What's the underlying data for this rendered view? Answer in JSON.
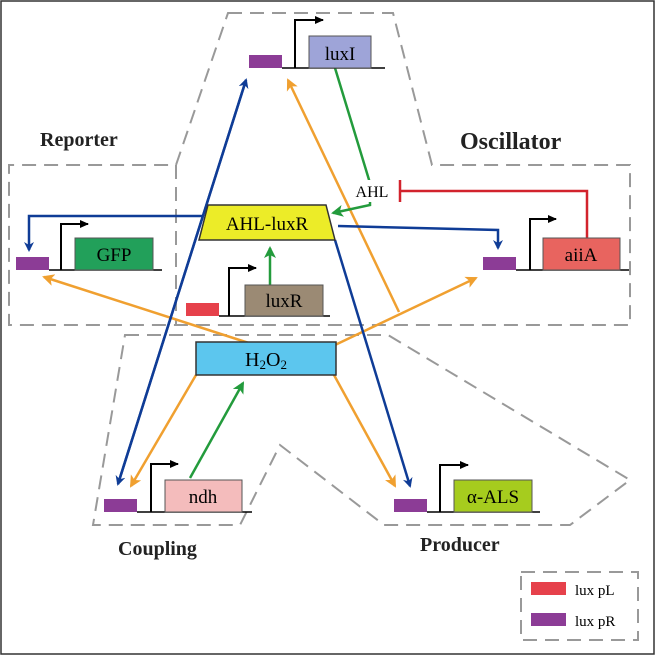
{
  "regions": {
    "reporter": "Reporter",
    "oscillator": "Oscillator",
    "coupling": "Coupling",
    "producer": "Producer"
  },
  "genes": {
    "luxI": "luxI",
    "gfp": "GFP",
    "aiiA": "aiiA",
    "luxR": "luxR",
    "ndh": "ndh",
    "als": "α-ALS"
  },
  "molecules": {
    "ahl": "AHL",
    "ahl_luxr": "AHL-luxR",
    "h2o2_main": "H",
    "h2o2_sub1": "2",
    "h2o2_o": "O",
    "h2o2_sub2": "2"
  },
  "legend": {
    "pl_label": "lux pL",
    "pr_label": "lux pR"
  },
  "colors": {
    "blue_arrow": "#0f3c96",
    "orange_arrow": "#f0a030",
    "green_arrow": "#239b3c",
    "red_inhibit": "#d2232d",
    "promoter_pR": "#8c3c96",
    "promoter_pL": "#e6414b"
  }
}
